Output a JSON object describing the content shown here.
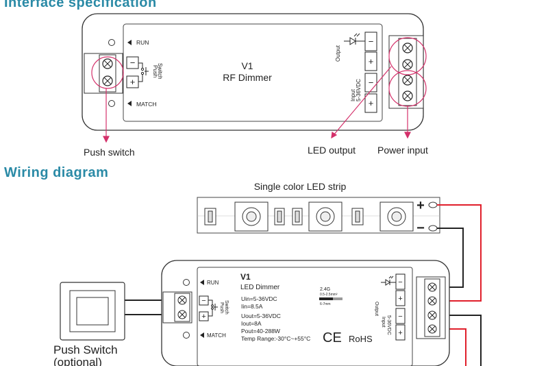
{
  "headings": {
    "spec": "Interface specification",
    "wiring": "Wiring diagram"
  },
  "top_device": {
    "model": "V1",
    "name": "RF Dimmer",
    "run_label": "RUN",
    "match_label": "MATCH",
    "push_switch_label_1": "Push",
    "push_switch_label_2": "Switch",
    "output_label": "Output",
    "input_label_1": "Input",
    "input_label_2": "5-36VDC",
    "minus": "−",
    "plus": "+"
  },
  "callouts": {
    "push_switch": "Push switch",
    "led_output": "LED output",
    "power_input": "Power input"
  },
  "strip": {
    "title": "Single color LED strip",
    "plus": "+",
    "minus": "−"
  },
  "bottom_device": {
    "model": "V1",
    "name": "LED Dimmer",
    "uin": "Uin=5-36VDC",
    "iin": "Iin=8.5A",
    "uout": "Uout=5-36VDC",
    "iout": "Iout=8A",
    "pout": "Pout=40-288W",
    "temp": "Temp Range:-30°C~+55°C",
    "rf": "2.4G",
    "wire_spec_1": "0.5-2.5mm²",
    "wire_spec_2": "6-7mm",
    "ce": "CE",
    "rohs": "RoHS",
    "run_label": "RUN",
    "match_label": "MATCH",
    "push_switch_label_1": "Push",
    "push_switch_label_2": "Switch",
    "output_label": "Output",
    "input_label_1": "Input",
    "input_label_2": "5-36VDC"
  },
  "push_switch_box": {
    "label_1": "Push Switch",
    "label_2": "(optional)"
  },
  "colors": {
    "heading": "#2a8aa6",
    "callout": "#d4306a",
    "wire_red": "#e01e2a",
    "wire_black": "#222222"
  }
}
